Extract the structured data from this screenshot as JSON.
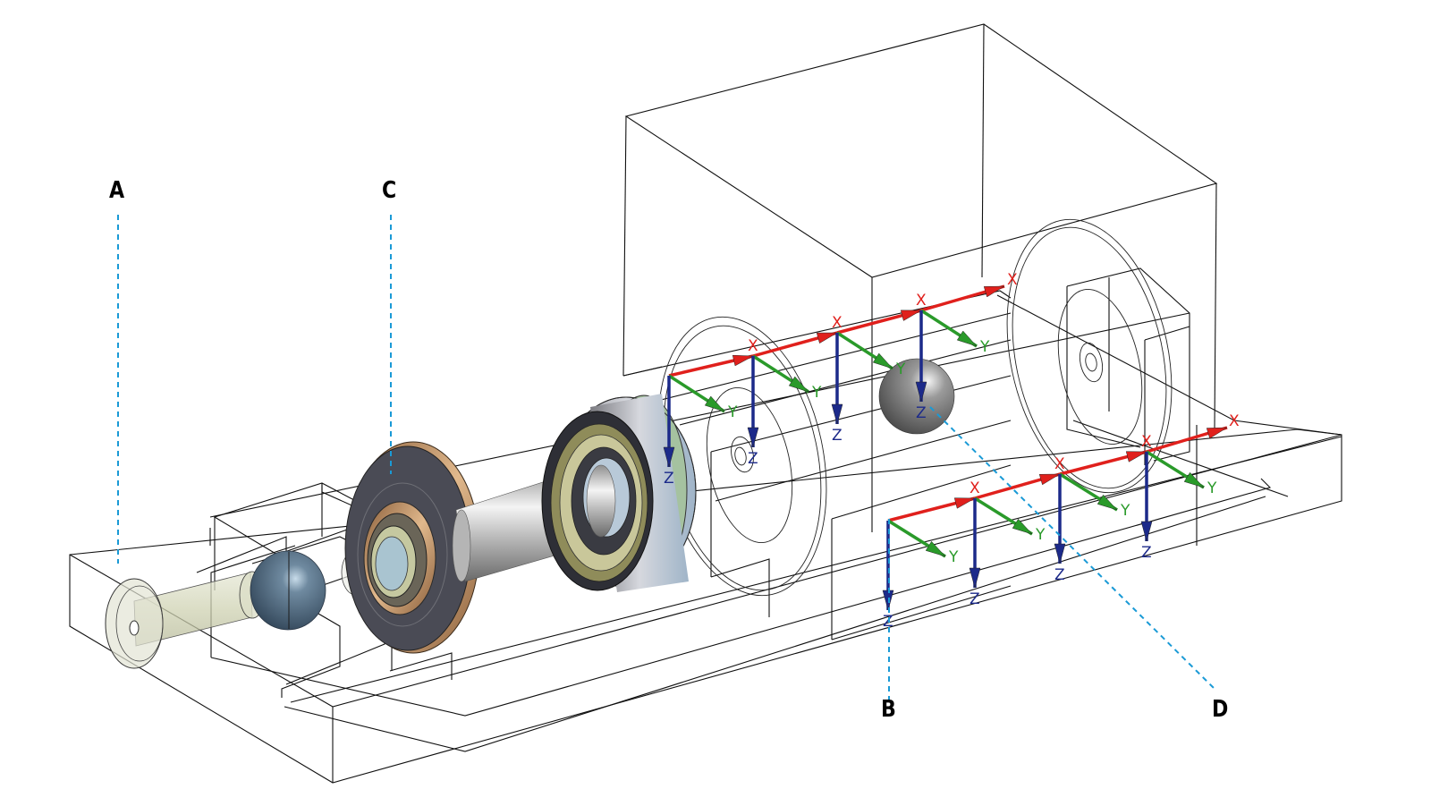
{
  "figure": {
    "type": "CAD assembly view with coordinate frames",
    "callouts": [
      {
        "id": "A",
        "label": "A",
        "target": "transparent shaft end with flange"
      },
      {
        "id": "B",
        "label": "B",
        "target": "lower coordinate frame chain"
      },
      {
        "id": "C",
        "label": "C",
        "target": "flanged bearing disc"
      },
      {
        "id": "D",
        "label": "D",
        "target": "grey sphere"
      }
    ],
    "axis_labels": {
      "x": "X",
      "y": "Y",
      "z": "Z"
    },
    "colors": {
      "x_axis": "#e0201c",
      "y_axis": "#2a9a2a",
      "z_axis": "#1c2a8a",
      "leader": "#1a9ad6",
      "wireframe": "#111111",
      "sphere_blue": "#4e6577",
      "sphere_grey": "#8a8a8a",
      "bronze": "#b98a5c",
      "shaft": "#c8c8c8"
    },
    "upper_frames_count": 4,
    "lower_frames_count": 4
  }
}
